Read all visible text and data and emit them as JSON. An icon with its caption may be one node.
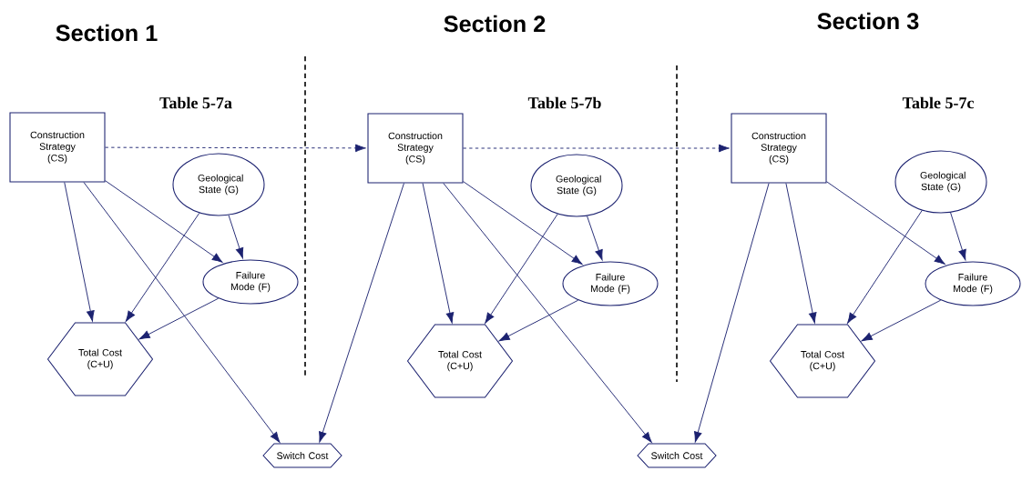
{
  "diagram": {
    "nodes": [
      {
        "text": [
          "Construction Strategy (CS)"
        ]
      },
      {
        "text": [
          "Geological State (G)"
        ]
      },
      {
        "text": [
          "Failure Mode (F)"
        ]
      },
      {
        "text": [
          "Total Cost (C+U)"
        ]
      },
      {
        "text": [
          "Switch Cost"
        ]
      },
      {
        "text": [
          "Construction Strategy (CS)"
        ]
      },
      {
        "text": [
          "Geological State (G)"
        ]
      },
      {
        "text": [
          "Failure Mode (F)"
        ]
      },
      {
        "text": [
          "Total Cost (C+U)"
        ]
      },
      {
        "text": [
          "Switch Cost"
        ]
      },
      {
        "text": [
          "Construction Strategy (CS)"
        ]
      },
      {
        "text": [
          "Geological State (G)"
        ]
      },
      {
        "text": [
          "Failure Mode (F)"
        ]
      },
      {
        "text": [
          "Total Cost (C+U)"
        ]
      }
    ],
    "edges": [
      {
        "from": 0,
        "to": 3,
        "arrow": "to"
      },
      {
        "from": 0,
        "to": 2,
        "arrow": "to"
      },
      {
        "from": 0,
        "to": 4,
        "arrow": "to"
      },
      {
        "from": 1,
        "to": 3,
        "arrow": "to"
      },
      {
        "from": 1,
        "to": 2,
        "arrow": "to"
      },
      {
        "from": 2,
        "to": 3,
        "arrow": "to"
      },
      {
        "from": 0,
        "to": 5,
        "arrow": "to",
        "style": "dashed"
      },
      {
        "from": 5,
        "to": 8,
        "arrow": "to"
      },
      {
        "from": 5,
        "to": 7,
        "arrow": "to"
      },
      {
        "from": 5,
        "to": 9,
        "arrow": "to"
      },
      {
        "from": 5,
        "to": 4,
        "arrow": "to"
      },
      {
        "from": 6,
        "to": 8,
        "arrow": "to"
      },
      {
        "from": 6,
        "to": 7,
        "arrow": "to"
      },
      {
        "from": 7,
        "to": 8,
        "arrow": "to"
      },
      {
        "from": 5,
        "to": 10,
        "arrow": "to",
        "style": "dashed"
      },
      {
        "from": 10,
        "to": 13,
        "arrow": "to"
      },
      {
        "from": 10,
        "to": 12,
        "arrow": "to"
      },
      {
        "from": 10,
        "to": 9,
        "arrow": "to"
      },
      {
        "from": 11,
        "to": 13,
        "arrow": "to"
      },
      {
        "from": 11,
        "to": 12,
        "arrow": "to"
      },
      {
        "from": 12,
        "to": 13,
        "arrow": "to"
      }
    ],
    "labels": [
      "Section 1",
      "Section 2",
      "Section 3",
      "Table 5-7a",
      "Table 5-7b",
      "Table 5-7c"
    ]
  }
}
